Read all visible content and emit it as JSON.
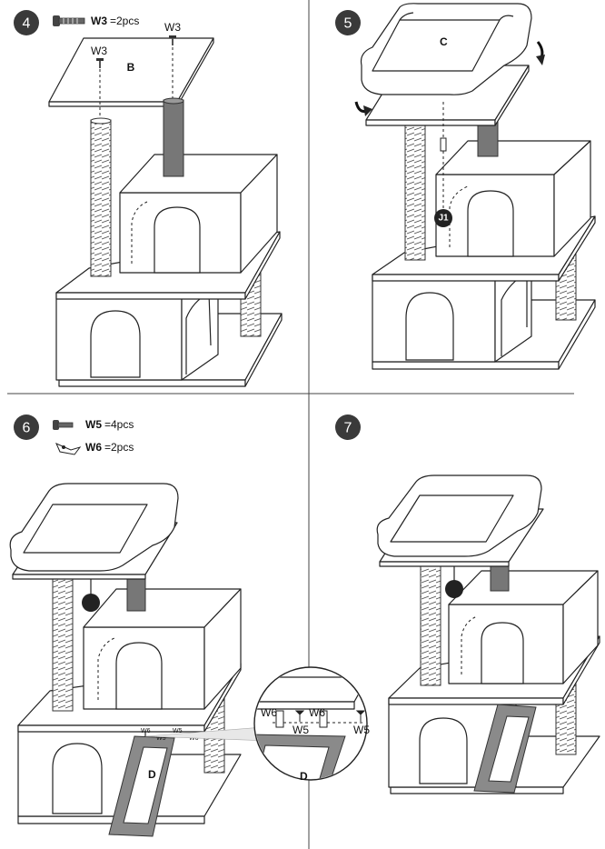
{
  "steps": [
    {
      "number": "4",
      "parts": [
        {
          "code": "W3",
          "qty": "=2pcs"
        }
      ],
      "callouts": [
        "W3",
        "W3"
      ],
      "panel_label": "B"
    },
    {
      "number": "5",
      "parts": [],
      "callouts": [],
      "panel_label": "C",
      "marker": "J1"
    },
    {
      "number": "6",
      "parts": [
        {
          "code": "W5",
          "qty": "=4pcs"
        },
        {
          "code": "W6",
          "qty": "=2pcs"
        }
      ],
      "callouts": [
        "W6",
        "W6",
        "W5",
        "W5"
      ],
      "small_callouts": [
        "W6",
        "W5",
        "W5",
        "W6"
      ],
      "panel_label": "D"
    },
    {
      "number": "7",
      "parts": [],
      "callouts": [],
      "panel_label": ""
    }
  ],
  "icons": [
    "screw-w3-icon",
    "screw-w5-icon",
    "bracket-w6-icon",
    "rotate-arrow-icon",
    "dangling-ball-toy-icon"
  ]
}
